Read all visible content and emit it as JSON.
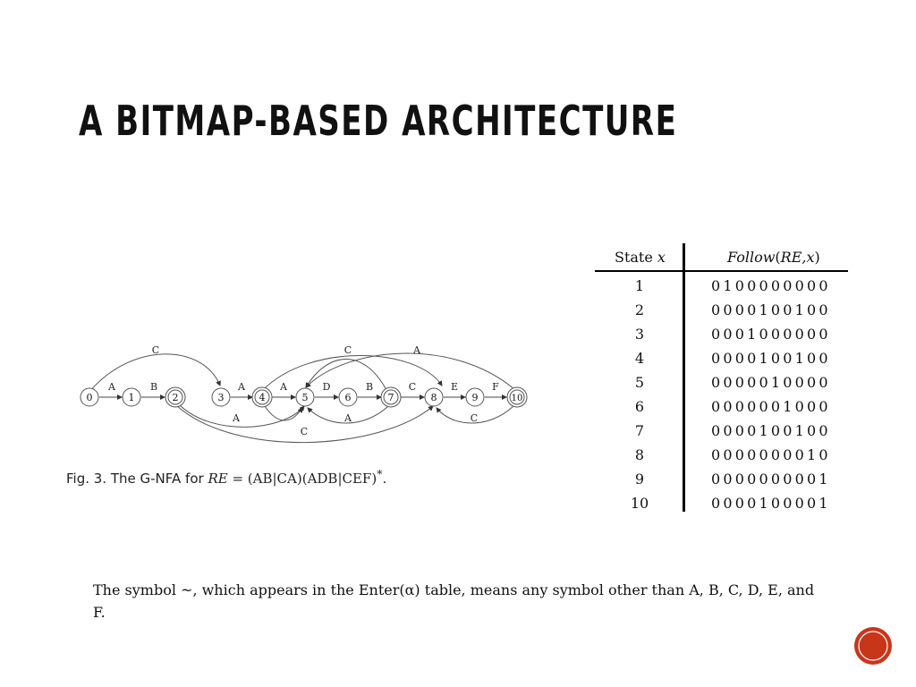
{
  "slide": {
    "title": "A Bitmap-Based Architecture",
    "body_text": "The symbol ~, which appears in the Enter(α) table, means any symbol other than A, B, C, D, E, and F."
  },
  "figure": {
    "caption_prefix": "Fig. 3. The G-NFA for ",
    "caption_re_var": "RE",
    "caption_re_expr": " = (AB|CA)(ADB|CEF)",
    "caption_re_star": "*",
    "caption_end": ".",
    "states": [
      "0",
      "1",
      "2",
      "3",
      "4",
      "5",
      "6",
      "7",
      "8",
      "9",
      "10"
    ],
    "arc_labels_top": [
      "C",
      "C",
      "A"
    ],
    "arc_labels_bottom": [
      "A",
      "A",
      "C",
      "C"
    ],
    "edge_labels": [
      "A",
      "B",
      "A",
      "A",
      "D",
      "B",
      "C",
      "E",
      "F"
    ]
  },
  "table": {
    "header_state": "State ",
    "header_state_var": "x",
    "header_follow_fn": "Follow",
    "header_follow_args_open": "(",
    "header_follow_args": "RE,x",
    "header_follow_args_close": ")",
    "rows": [
      {
        "state": "1",
        "follow": "0100000000"
      },
      {
        "state": "2",
        "follow": "0000100100"
      },
      {
        "state": "3",
        "follow": "0001000000"
      },
      {
        "state": "4",
        "follow": "0000100100"
      },
      {
        "state": "5",
        "follow": "0000010000"
      },
      {
        "state": "6",
        "follow": "0000001000"
      },
      {
        "state": "7",
        "follow": "0000100100"
      },
      {
        "state": "8",
        "follow": "0000000010"
      },
      {
        "state": "9",
        "follow": "0000000001"
      },
      {
        "state": "10",
        "follow": "0000100001"
      }
    ]
  },
  "colors": {
    "badge_fill": "#c8361a",
    "badge_ring": "#ffffff",
    "text": "#111111"
  }
}
